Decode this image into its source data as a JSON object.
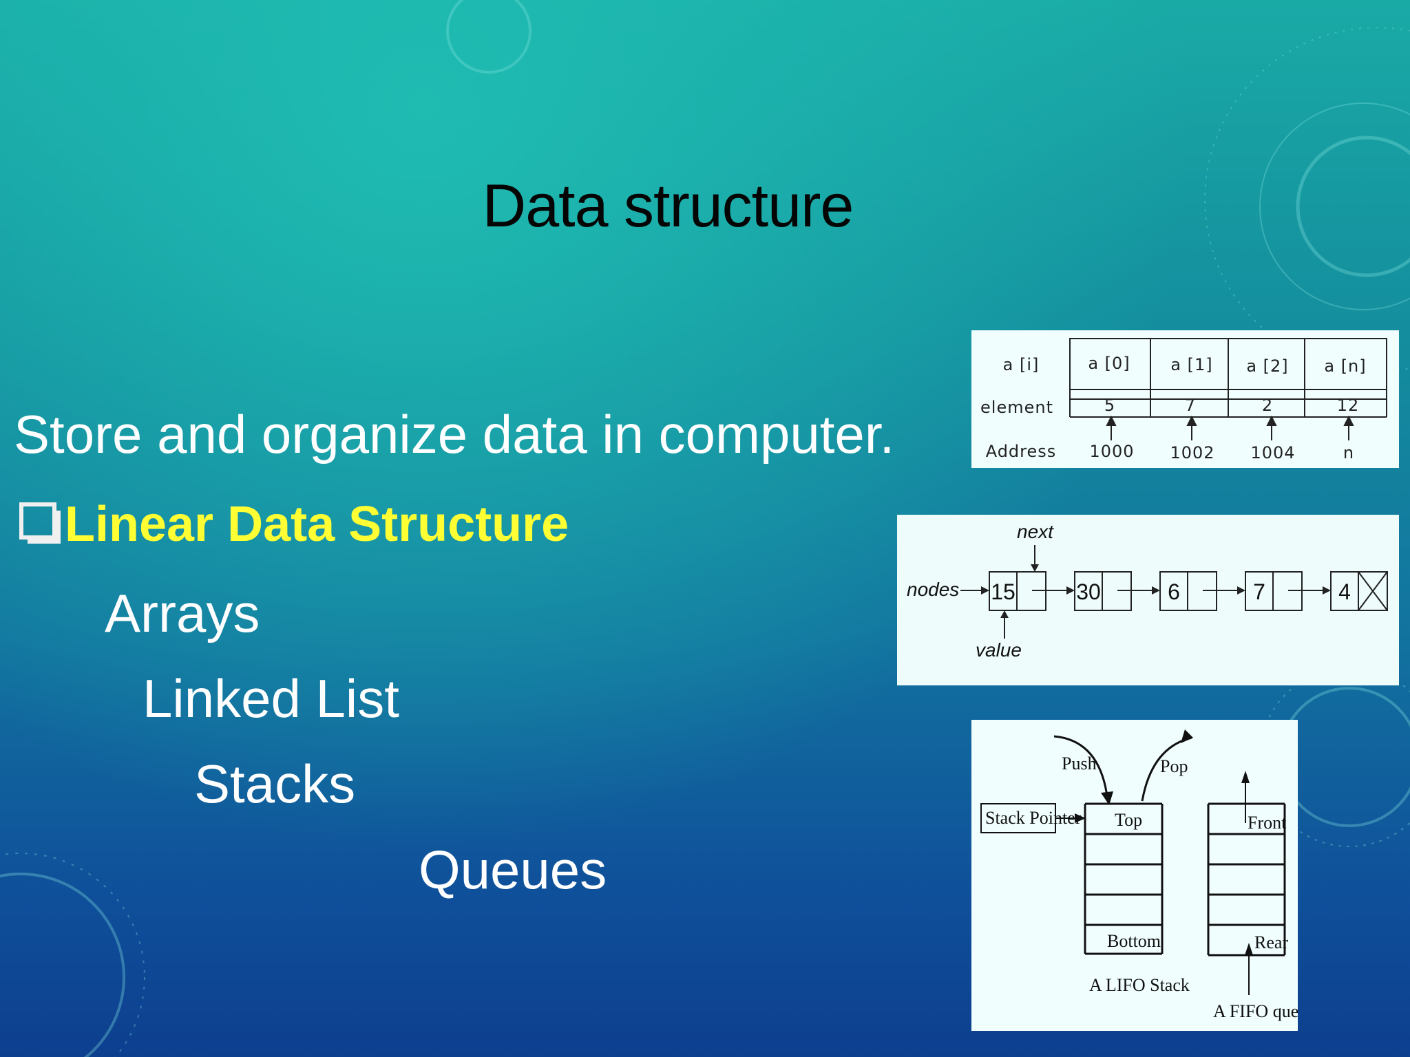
{
  "slide": {
    "title": "Data structure",
    "lines": {
      "store": "Store and organize data in computer.",
      "linear": "Linear Data Structure",
      "arrays": "Arrays",
      "linked_list": "Linked List",
      "stacks": "Stacks",
      "queues": "Queues"
    },
    "colors": {
      "title": "#050505",
      "body": "#ffffff",
      "highlight": "#ffff33"
    }
  },
  "array_diagram": {
    "row_labels": [
      "a [i]",
      "element",
      "Address"
    ],
    "headers": [
      "a [0]",
      "a [1]",
      "a [2]",
      "a [n]"
    ],
    "elements": [
      "5",
      "7",
      "2",
      "12"
    ],
    "addresses": [
      "1000",
      "1002",
      "1004",
      "n"
    ]
  },
  "list_diagram": {
    "label_nodes": "nodes",
    "label_next": "next",
    "label_value": "value",
    "values": [
      "15",
      "30",
      "6",
      "7",
      "4"
    ]
  },
  "stack_diagram": {
    "push": "Push",
    "pop": "Pop",
    "stack_pointer": "Stack Pointer",
    "top": "Top",
    "bottom": "Bottom",
    "stack_caption": "A LIFO Stack",
    "front": "Front",
    "rear": "Rear",
    "queue_caption": "A FIFO queue"
  }
}
